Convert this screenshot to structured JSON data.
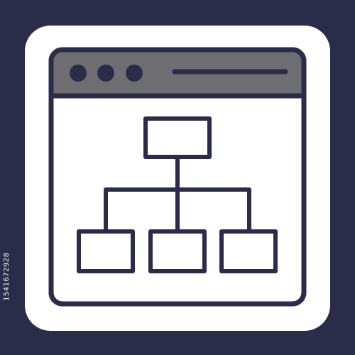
{
  "background_color": "#2b2c49",
  "card_color": "#ffffff",
  "stroke_color": "#2b2c49",
  "titlebar_color": "#6e6e72",
  "titlebar": {
    "dots": 3,
    "address_bar": true
  },
  "sitemap_icon": {
    "description": "sitemap-icon",
    "root_nodes": 1,
    "child_nodes": 3
  },
  "watermark": {
    "stock_id": "1541672928"
  }
}
